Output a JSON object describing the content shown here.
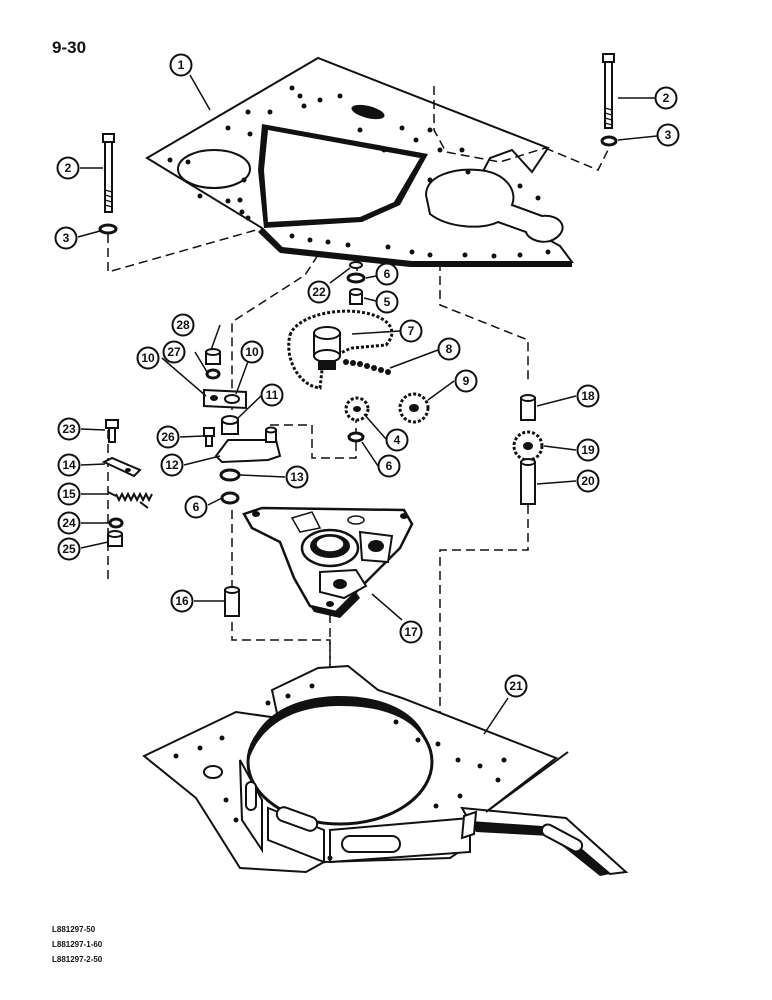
{
  "page_number": "9-30",
  "reference_codes": [
    "L881297-50",
    "L881297-1-60",
    "L881297-2-50"
  ],
  "callouts": [
    {
      "label": "1",
      "part": "top-plate"
    },
    {
      "label": "2",
      "part": "bolt-right"
    },
    {
      "label": "3",
      "part": "washer-right"
    },
    {
      "label": "2",
      "part": "bolt-left"
    },
    {
      "label": "3",
      "part": "washer-left"
    },
    {
      "label": "22",
      "part": "ring"
    },
    {
      "label": "6",
      "part": "washer-upper"
    },
    {
      "label": "5",
      "part": "bushing"
    },
    {
      "label": "7",
      "part": "drive-sprocket"
    },
    {
      "label": "8",
      "part": "chain"
    },
    {
      "label": "9",
      "part": "idler-sprocket"
    },
    {
      "label": "4",
      "part": "small-sprocket"
    },
    {
      "label": "6",
      "part": "washer-middle"
    },
    {
      "label": "28",
      "part": "nut-top"
    },
    {
      "label": "27",
      "part": "lock-washer"
    },
    {
      "label": "10",
      "part": "plate-left"
    },
    {
      "label": "10",
      "part": "plate-right"
    },
    {
      "label": "11",
      "part": "spacer"
    },
    {
      "label": "26",
      "part": "bolt-short"
    },
    {
      "label": "12",
      "part": "tensioner-arm"
    },
    {
      "label": "13",
      "part": "washer-arm"
    },
    {
      "label": "6",
      "part": "washer-lower"
    },
    {
      "label": "23",
      "part": "bolt-small"
    },
    {
      "label": "14",
      "part": "bracket"
    },
    {
      "label": "15",
      "part": "spring"
    },
    {
      "label": "24",
      "part": "washer-small"
    },
    {
      "label": "25",
      "part": "nut-small"
    },
    {
      "label": "18",
      "part": "spacer-short"
    },
    {
      "label": "19",
      "part": "sprocket-right"
    },
    {
      "label": "20",
      "part": "spacer-long"
    },
    {
      "label": "16",
      "part": "pin"
    },
    {
      "label": "17",
      "part": "housing"
    },
    {
      "label": "21",
      "part": "base-frame"
    }
  ]
}
